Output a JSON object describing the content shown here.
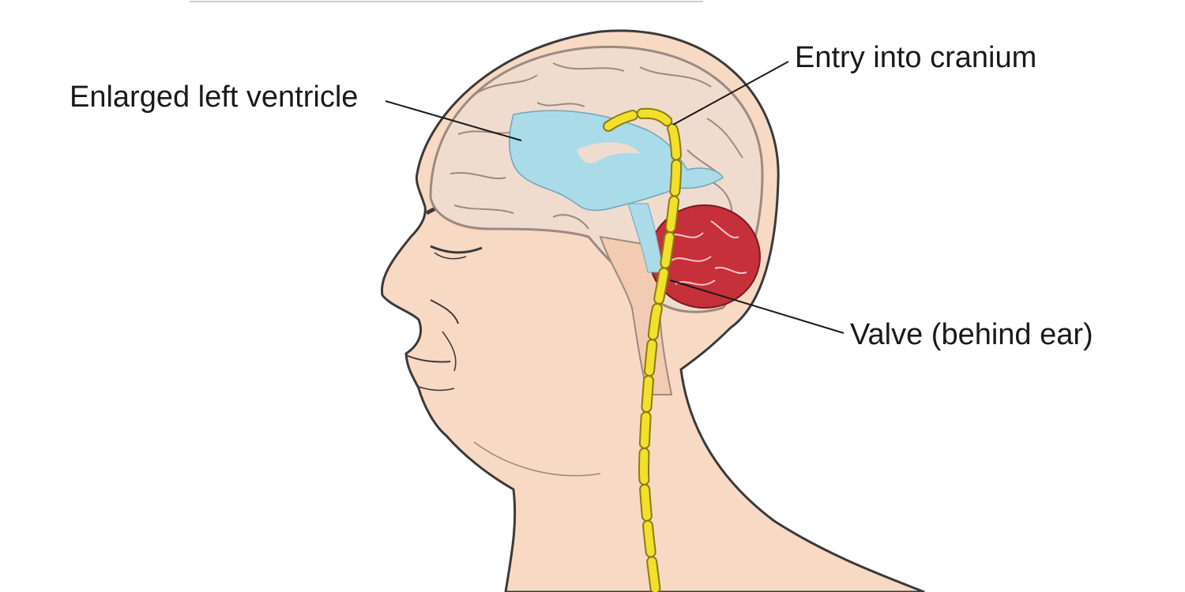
{
  "labels": {
    "ventricle": "Enlarged left ventricle",
    "entry": "Entry into cranium",
    "valve": "Valve (behind ear)"
  },
  "colors": {
    "background": "#ffffff",
    "skin": "#f8d9c4",
    "skin_outline": "#3a3a3a",
    "brain": "#f0dccf",
    "brain_folds": "#9c8a80",
    "ventricle": "#a9dbe9",
    "cerebellum": "#c6303a",
    "shunt": "#f2e02c",
    "leader_line": "#1a1a1a"
  }
}
